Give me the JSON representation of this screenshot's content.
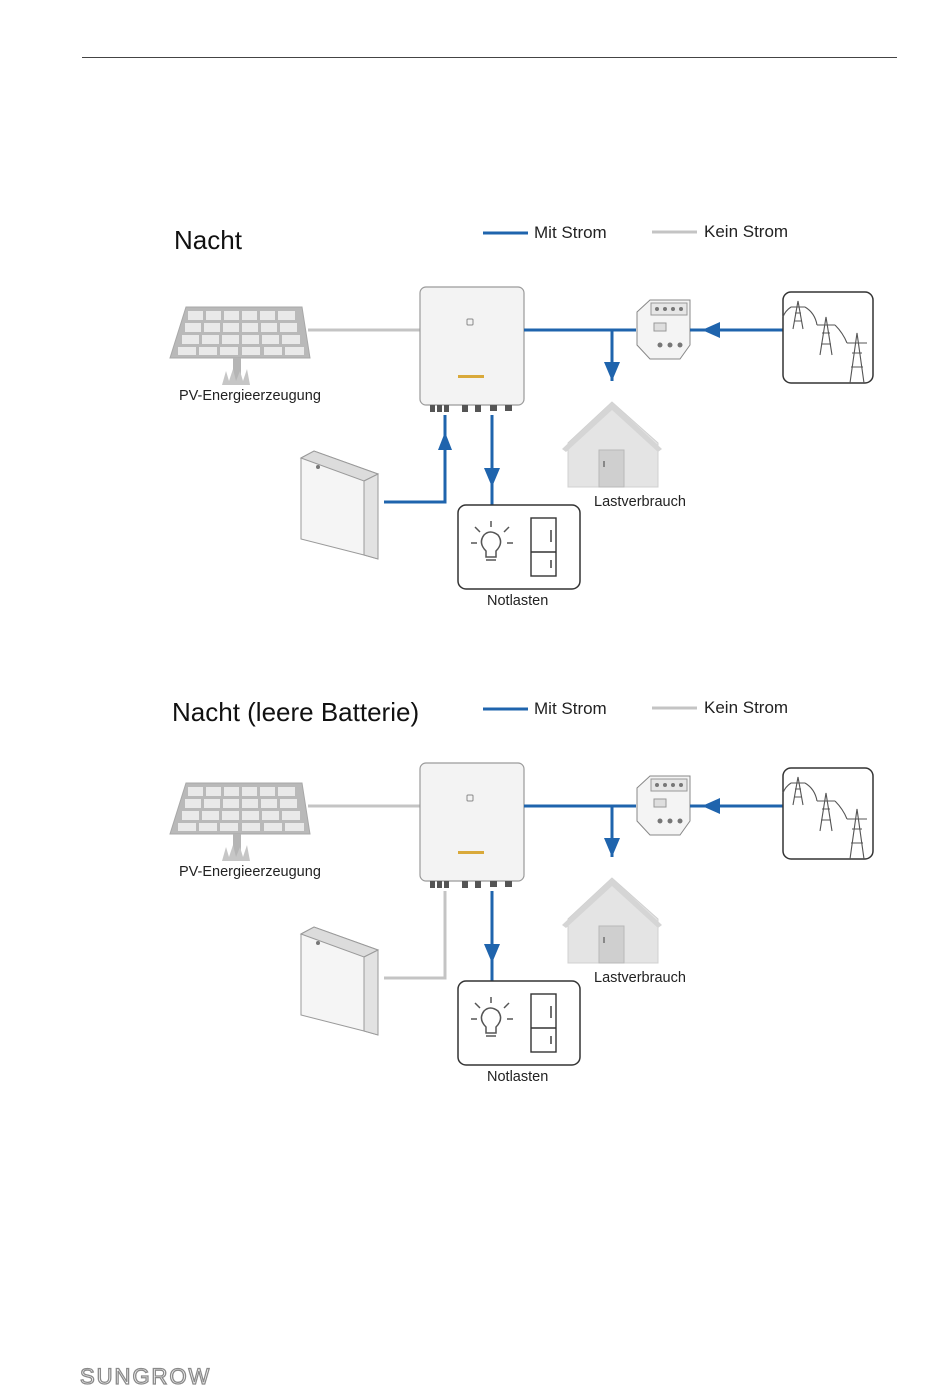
{
  "diagrams": [
    {
      "title": "Nacht",
      "legend": {
        "on": "Mit Strom",
        "off": "Kein Strom"
      },
      "labels": {
        "pv": "PV-Energieerzeugung",
        "house": "Lastverbrauch",
        "backup": "Notlasten"
      },
      "battery_line_active": true
    },
    {
      "title": "Nacht (leere Batterie)",
      "legend": {
        "on": "Mit Strom",
        "off": "Kein Strom"
      },
      "labels": {
        "pv": "PV-Energieerzeugung",
        "house": "Lastverbrauch",
        "backup": "Notlasten"
      },
      "battery_line_active": false
    }
  ],
  "colors": {
    "active": "#1f64ad",
    "inactive": "#c4c4c4"
  },
  "footer": {
    "brand": "SUNGROW"
  }
}
